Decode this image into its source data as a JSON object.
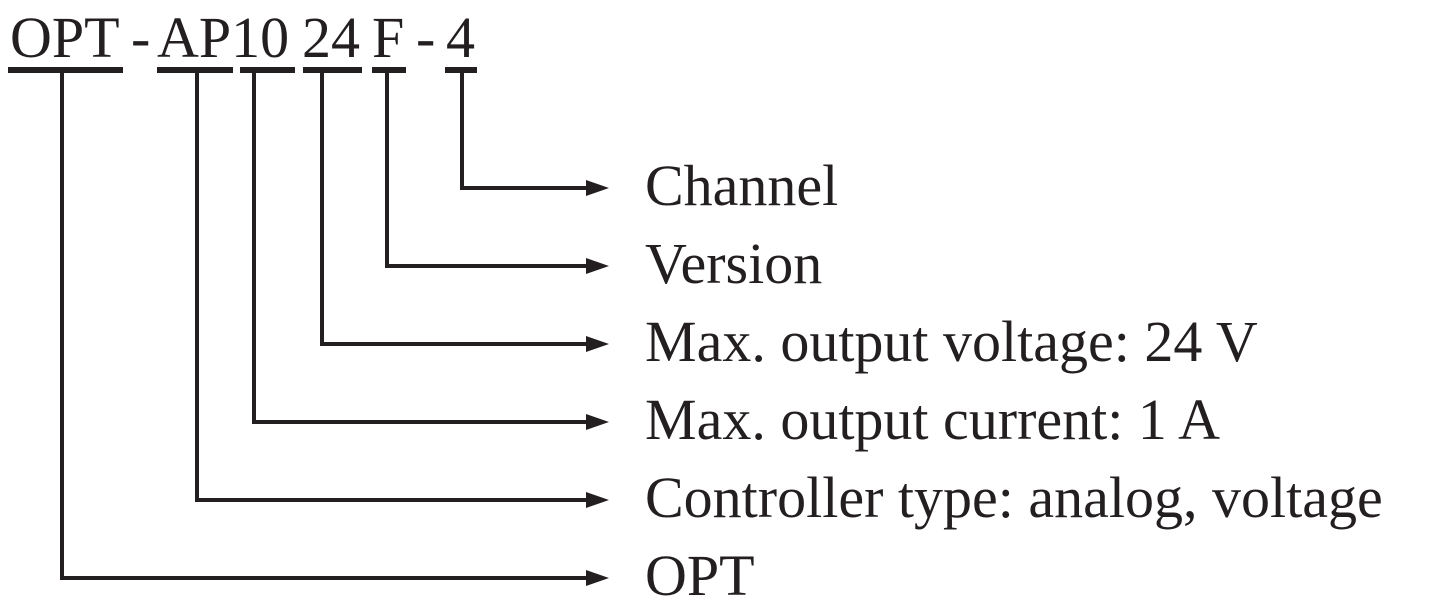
{
  "colors": {
    "ink": "#231f20",
    "background": "#ffffff"
  },
  "model_code": {
    "full": "OPT-AP1024F-4",
    "segments": [
      {
        "text": "OPT"
      },
      {
        "text": "-"
      },
      {
        "text": "AP10"
      },
      {
        "text": "24"
      },
      {
        "text": "F"
      },
      {
        "text": "-"
      },
      {
        "text": "4"
      }
    ]
  },
  "legend": [
    {
      "code": "4",
      "label": "Channel"
    },
    {
      "code": "F",
      "label": "Version"
    },
    {
      "code": "24",
      "label": "Max. output voltage: 24 V"
    },
    {
      "code": "10",
      "label": "Max. output current: 1 A"
    },
    {
      "code": "AP",
      "label": "Controller type: analog, voltage"
    },
    {
      "code": "OPT",
      "label": "OPT"
    }
  ]
}
